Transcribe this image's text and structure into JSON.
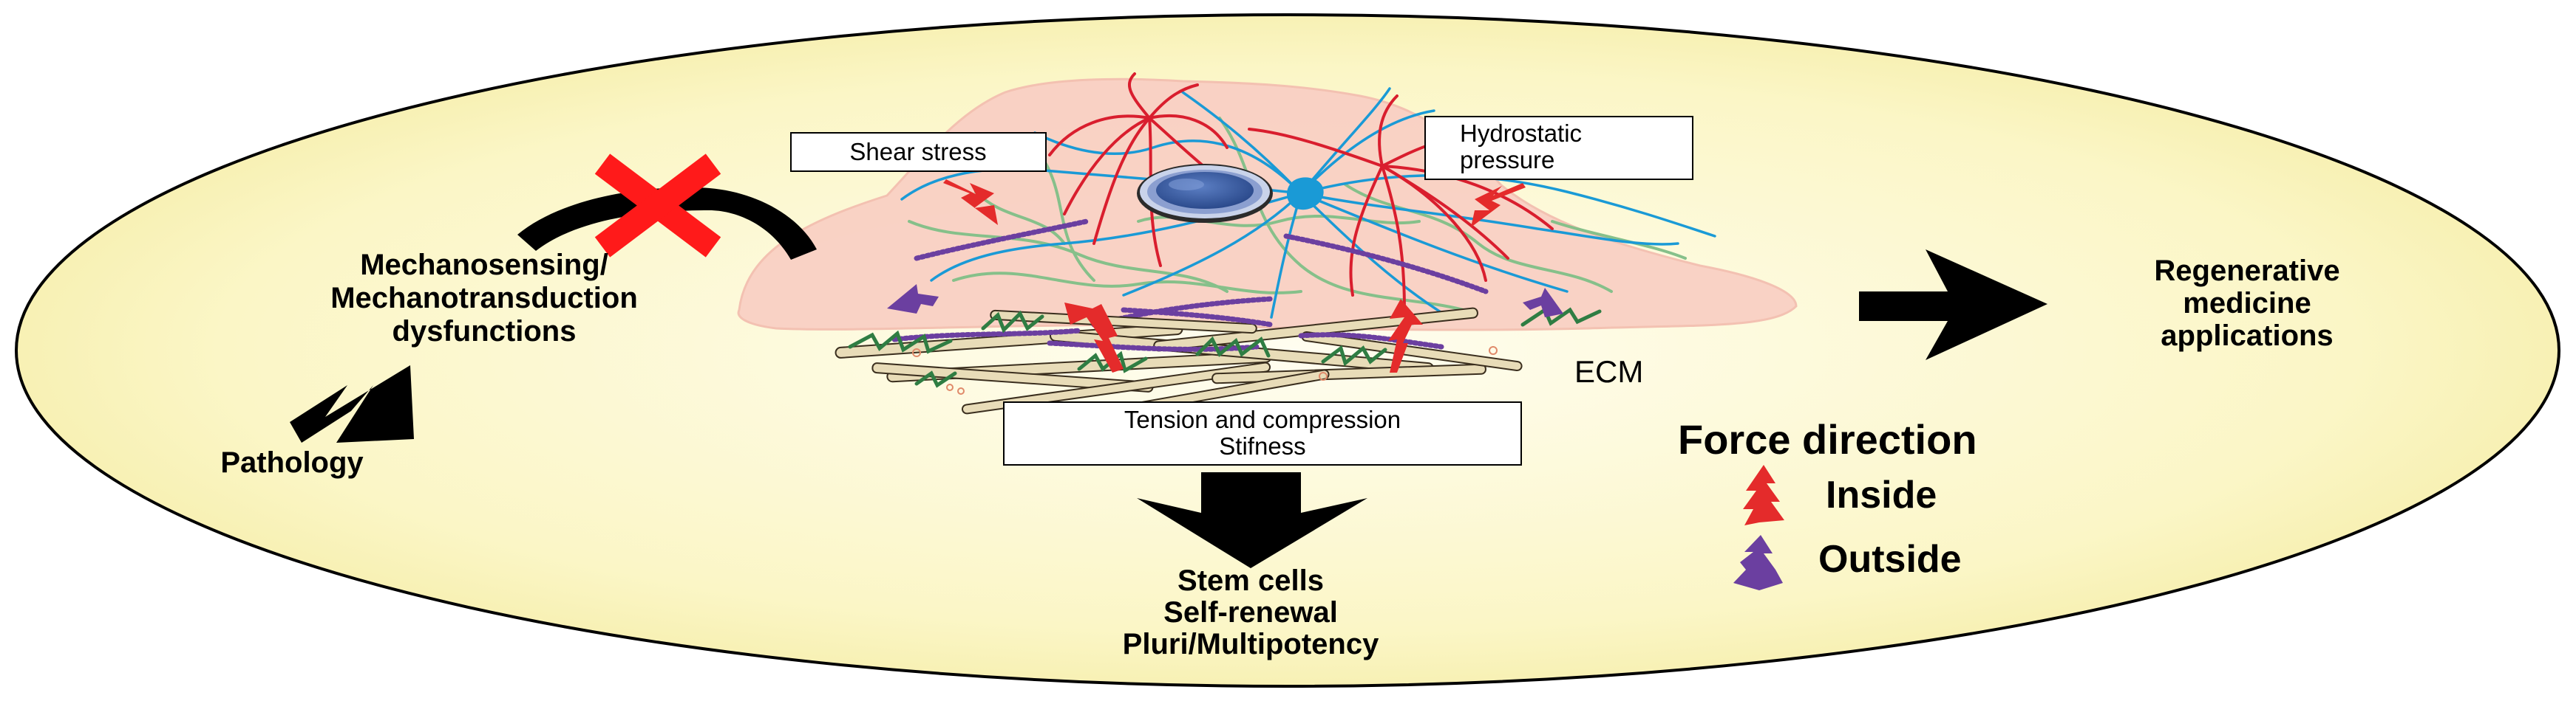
{
  "labels": {
    "shear_stress": "Shear stress",
    "hydrostatic_line1": "Hydrostatic",
    "hydrostatic_line2": "pressure",
    "tension_line1": "Tension and compression",
    "tension_line2": "Stifness",
    "ecm": "ECM",
    "mechano_line1": "Mechanosensing/",
    "mechano_line2": "Mechanotransduction",
    "mechano_line3": "dysfunctions",
    "pathology": "Pathology",
    "regen_line1": "Regenerative",
    "regen_line2": "medicine",
    "regen_line3": "applications",
    "stem_line1": "Stem cells",
    "stem_line2": "Self-renewal",
    "stem_line3": "Pluri/Multipotency"
  },
  "legend": {
    "title": "Force direction",
    "inside": "Inside",
    "outside": "Outside"
  },
  "colors": {
    "ellipse_fill": "#fbf6c0",
    "cell_fill": "#f9d0c4",
    "inside_arrow": "#e42b2b",
    "outside_arrow": "#6b3fa0",
    "cross": "#ff1a1a",
    "actin": "#d91e2e",
    "microtubule": "#1a9ad6",
    "intermediate": "#86c08a",
    "collagen": "#e8dcb8",
    "fibronectin": "#2f7d43",
    "nucleus": "#3a5ea8"
  }
}
